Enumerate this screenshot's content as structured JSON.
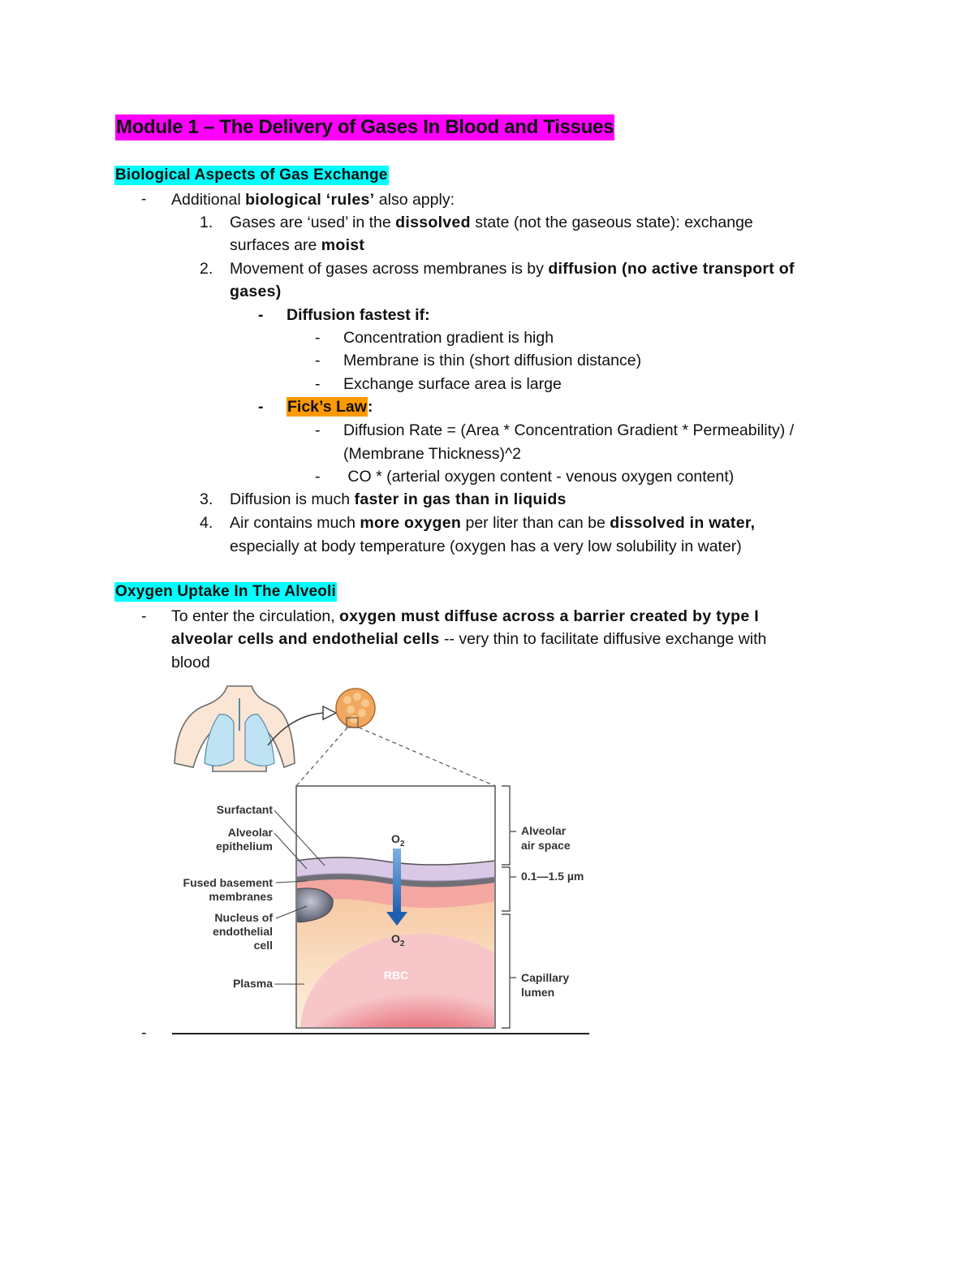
{
  "title": "Module 1 – The Delivery of Gases In Blood and Tissues",
  "section1": {
    "heading": "Biological Aspects of Gas Exchange",
    "intro": {
      "pre": "Additional ",
      "bold": "biological ‘rules’",
      "post": " also apply:"
    },
    "item1": {
      "num": "1.",
      "pre": "Gases are ‘used’ in the ",
      "bold": "dissolved",
      "post": " state (not the gaseous state): exchange",
      "line2_pre": "surfaces are ",
      "line2_bold": "moist"
    },
    "item2": {
      "num": "2.",
      "pre": "Movement of gases across membranes is by ",
      "bold": "diffusion (no active transport of",
      "line2_bold": "gases)"
    },
    "diffusion_heading": "Diffusion fastest if:",
    "diffusion_points": [
      "Concentration gradient is high",
      "Membrane is thin (short diffusion distance)",
      "Exchange surface area is large"
    ],
    "ficks_heading": "Fick’s Law",
    "ficks_colon": ":",
    "ficks_line1": "Diffusion Rate = (Area * Concentration Gradient * Permeability) /",
    "ficks_line2": "(Membrane Thickness)^2",
    "ficks_line3": " CO * (arterial oxygen content - venous oxygen content)",
    "item3": {
      "num": "3.",
      "pre": "Diffusion is much ",
      "bold": "faster in gas than in liquids"
    },
    "item4": {
      "num": "4.",
      "pre": "Air contains much ",
      "bold": "more oxygen",
      "mid": " per liter than can be ",
      "bold2": "dissolved in water,",
      "line2": "especially at body temperature (oxygen has a very low solubility in water)"
    }
  },
  "section2": {
    "heading": "Oxygen Uptake In The Alveoli",
    "line1_pre": "To enter the circulation, ",
    "line1_bold": "oxygen must diffuse across a barrier created by type I",
    "line2_bold": "alveolar cells and endothelial cells",
    "line2_post": " -- very thin to facilitate diffusive exchange with",
    "line3": "blood"
  },
  "diagram": {
    "labels": {
      "surfactant": "Surfactant",
      "alveolar": "Alveolar",
      "epithelium": "epithelium",
      "fused1": "Fused basement",
      "fused2": "membranes",
      "nucleus1": "Nucleus of",
      "nucleus2": "endothelial",
      "nucleus3": "cell",
      "plasma": "Plasma",
      "o2_top": "O",
      "o2_bottom": "O",
      "o2_sub": "2",
      "rbc": "RBC",
      "air1": "Alveolar",
      "air2": "air space",
      "thickness": "0.1—1.5 µm",
      "cap1": "Capillary",
      "cap2": "lumen"
    }
  },
  "bullet": "-"
}
